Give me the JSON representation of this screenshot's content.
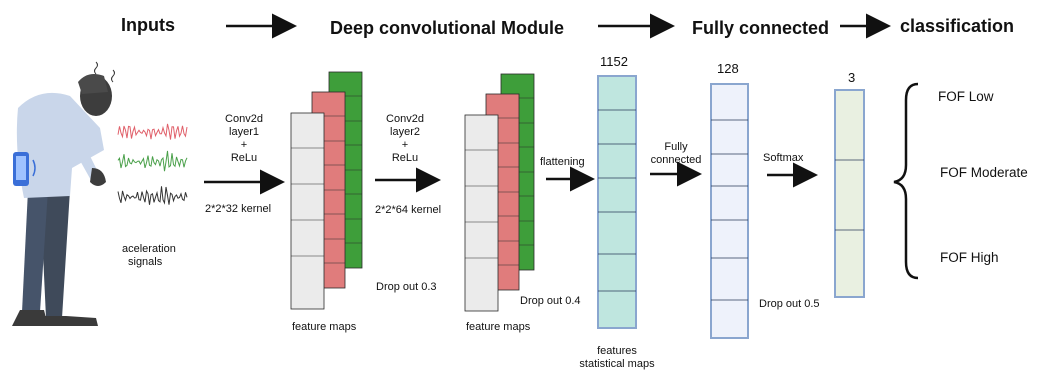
{
  "headers": {
    "inputs": "Inputs",
    "conv_module": "Deep convolutional Module",
    "fully_connected": "Fully connected",
    "classification": "classification"
  },
  "input": {
    "signals_label_line1": "aceleration",
    "signals_label_line2": "signals",
    "signal_colors": [
      "#e0606a",
      "#4aa04a",
      "#333333"
    ]
  },
  "conv1": {
    "label_line1": "Conv2d",
    "label_line2": "layer1",
    "label_line3": "+",
    "label_line4": "ReLu",
    "kernel": "2*2*32 kernel",
    "maps_label": "feature maps"
  },
  "conv2": {
    "label_line1": "Conv2d",
    "label_line2": "layer2",
    "label_line3": "+",
    "label_line4": "ReLu",
    "kernel": "2*2*64 kernel",
    "dropout": "Drop out 0.3",
    "maps_label": "feature maps"
  },
  "flatten": {
    "label": "flattening",
    "dropout": "Drop out 0.4",
    "size": "1152",
    "caption_line1": "features",
    "caption_line2": "statistical maps"
  },
  "dense": {
    "label_line1": "Fully",
    "label_line2": "connected",
    "size": "128",
    "dropout": "Drop out 0.5"
  },
  "output": {
    "label": "Softmax",
    "size": "3",
    "classes": [
      "FOF Low",
      "FOF Moderate",
      "FOF High"
    ]
  },
  "colors": {
    "grey_map": "#ebebeb",
    "red_map": "#e07c7c",
    "green_map": "#3e9e3a",
    "flatten_fill": "#bfe6df",
    "flatten_stroke": "#8aa6cf",
    "dense_fill": "#eef2fb",
    "out_fill": "#e9f0e1"
  }
}
